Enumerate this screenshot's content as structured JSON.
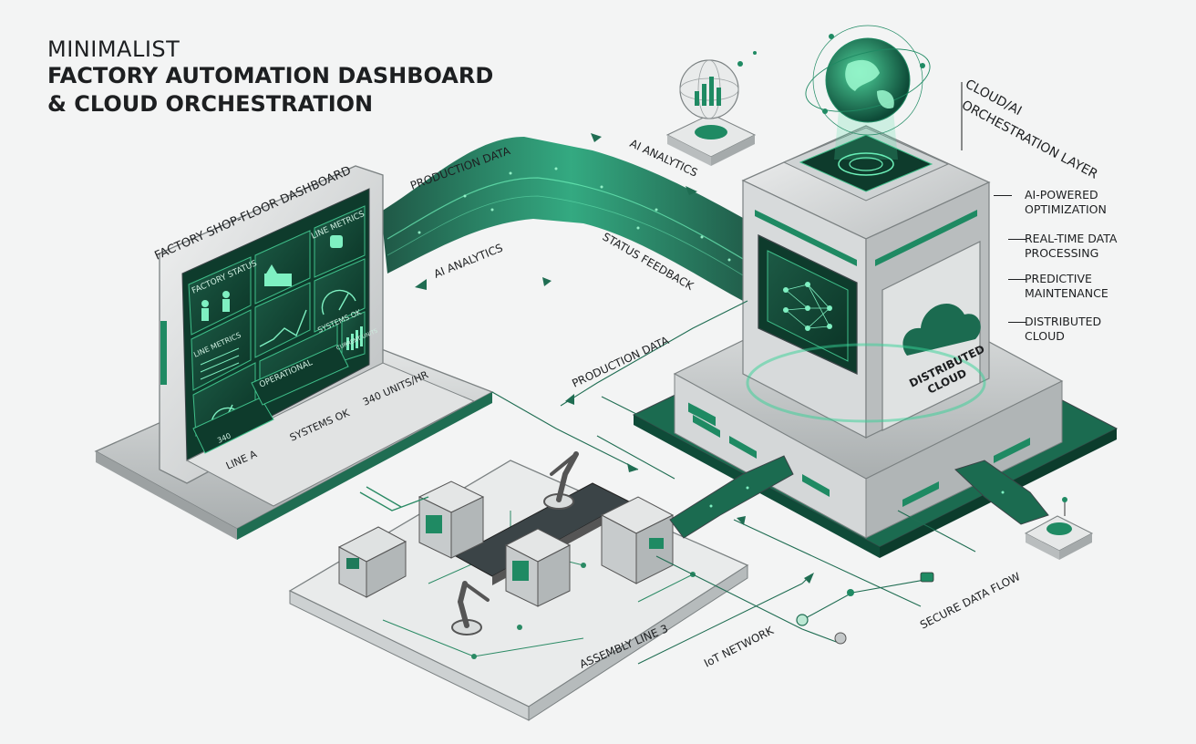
{
  "header": {
    "line1": "MINIMALIST",
    "line2": "FACTORY AUTOMATION DASHBOARD",
    "line3": "& CLOUD ORCHESTRATION"
  },
  "dashboard": {
    "title": "FACTORY SHOP-FLOOR DASHBOARD",
    "factory_status": "FACTORY STATUS",
    "line_metrics_top": "LINE METRICS",
    "line_metrics_left": "LINE METRICS",
    "systems_ok_small": "SYSTEMS OK",
    "operational": "OPERATIONAL",
    "current_units": "CURRENT UNITS",
    "gauge_value": "340",
    "line_a": "LINE A",
    "systems_ok": "SYSTEMS OK",
    "units_per_hr": "340 UNITS/HR"
  },
  "flows": {
    "production_data_top": "PRODUCTION DATA",
    "ai_analytics_top": "AI ANALYTICS",
    "ai_analytics_mid": "AI ANALYTICS",
    "status_feedback": "STATUS FEEDBACK",
    "production_data_mid": "PRODUCTION DATA",
    "iot_network": "IoT NETWORK",
    "secure_data_flow": "SECURE DATA FLOW"
  },
  "assembly": {
    "label": "ASSEMBLY LINE 3"
  },
  "cloud": {
    "layer_title_1": "CLOUD/AI",
    "layer_title_2": "ORCHESTRATION LAYER",
    "distributed_1": "DISTRIBUTED",
    "distributed_2": "CLOUD",
    "features": [
      {
        "line1": "AI-POWERED",
        "line2": "OPTIMIZATION"
      },
      {
        "line1": "REAL-TIME DATA",
        "line2": "PROCESSING"
      },
      {
        "line1": "PREDICTIVE",
        "line2": "MAINTENANCE"
      },
      {
        "line1": "DISTRIBUTED",
        "line2": "CLOUD"
      }
    ]
  },
  "colors": {
    "accent": "#1f8a63",
    "dark_green": "#0c4a38",
    "glow": "#4fe0a6",
    "ink": "#1d1f21",
    "steel": "#c9cccd"
  }
}
